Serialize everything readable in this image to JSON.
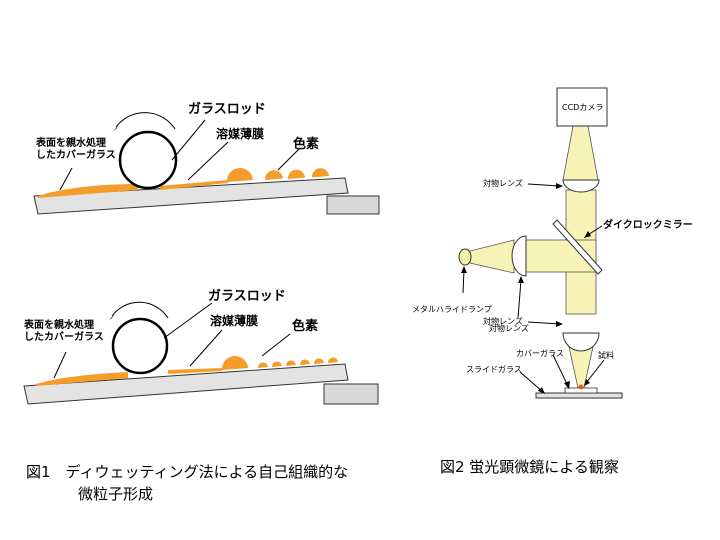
{
  "figure1": {
    "top": {
      "glass_rod": "ガラスロッド",
      "solvent_film": "溶媒薄膜",
      "dye": "色素",
      "cover_glass_line1": "表面を親水処理",
      "cover_glass_line2": "したカバーガラス"
    },
    "bottom": {
      "glass_rod": "ガラスロッド",
      "solvent_film": "溶媒薄膜",
      "dye": "色素",
      "cover_glass_line1": "表面を親水処理",
      "cover_glass_line2": "したカバーガラス"
    },
    "caption_line1": "図1　ディウェッティング法による自己組織的な",
    "caption_line2": "微粒子形成"
  },
  "figure2": {
    "ccd_camera": "CCDカメラ",
    "objective_top": "対物レンズ",
    "dichroic_mirror": "ダイクロックミラー",
    "metal_halide_lamp": "メタルハライドランプ",
    "objective_mid": "対物レンズ",
    "objective_bottom": "対物レンズ",
    "cover_glass": "カバーガラス",
    "sample": "試料",
    "slide_glass": "スライドガラス",
    "caption": "図2  蛍光顕微鏡による観察"
  },
  "colors": {
    "orange": "#f59d2a",
    "light_beam": "#f7f2b6",
    "slide_gray": "#e3e3e3"
  }
}
